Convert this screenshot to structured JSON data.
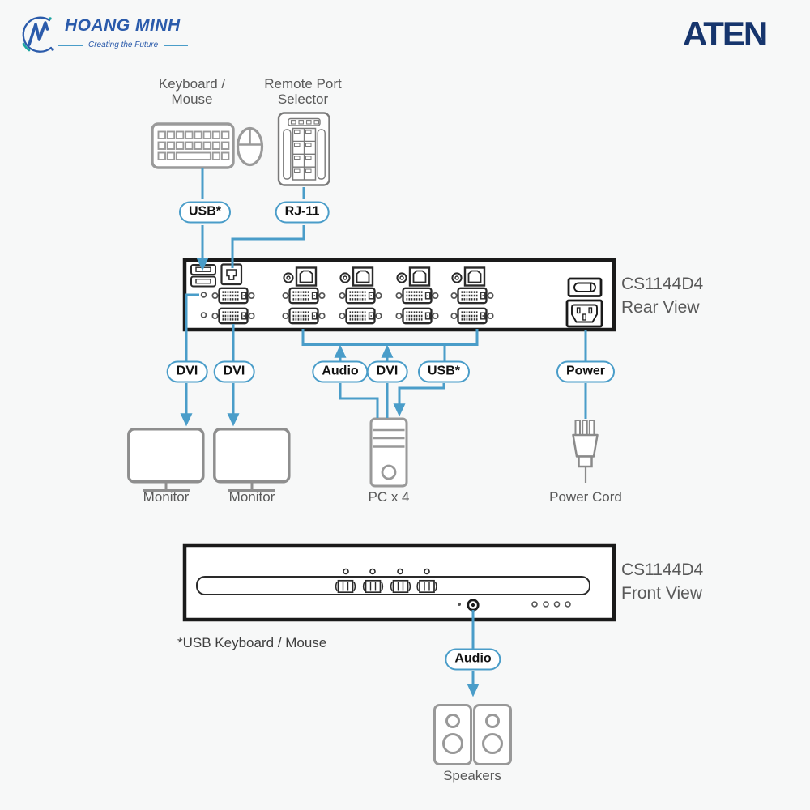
{
  "header": {
    "brand_name": "HOANG MINH",
    "brand_tagline": "Creating the Future",
    "partner_logo": "ATEN"
  },
  "labels": {
    "keyboard_mouse_l1": "Keyboard /",
    "keyboard_mouse_l2": "Mouse",
    "remote_port_selector_l1": "Remote Port",
    "remote_port_selector_l2": "Selector",
    "monitor_1": "Monitor",
    "monitor_2": "Monitor",
    "pc": "PC x 4",
    "power_cord": "Power Cord",
    "speakers": "Speakers",
    "footnote": "*USB Keyboard / Mouse"
  },
  "pills": {
    "usb_console": "USB*",
    "rj11": "RJ-11",
    "dvi_monitor_1": "DVI",
    "dvi_monitor_2": "DVI",
    "audio_pc": "Audio",
    "dvi_pc": "DVI",
    "usb_pc": "USB*",
    "power": "Power",
    "audio_speakers": "Audio"
  },
  "rear_view": {
    "model": "CS1144D4",
    "view": "Rear View"
  },
  "front_view": {
    "model": "CS1144D4",
    "view": "Front View"
  },
  "colors": {
    "cable_blue": "#4a9dc9",
    "panel_border": "#1a1a1a",
    "icon_gray": "#999999",
    "label_gray": "#595959",
    "brand_blue": "#2b5bab",
    "brand_teal": "#1ba5a0",
    "aten_navy": "#16356d",
    "background": "#f7f8f8"
  }
}
